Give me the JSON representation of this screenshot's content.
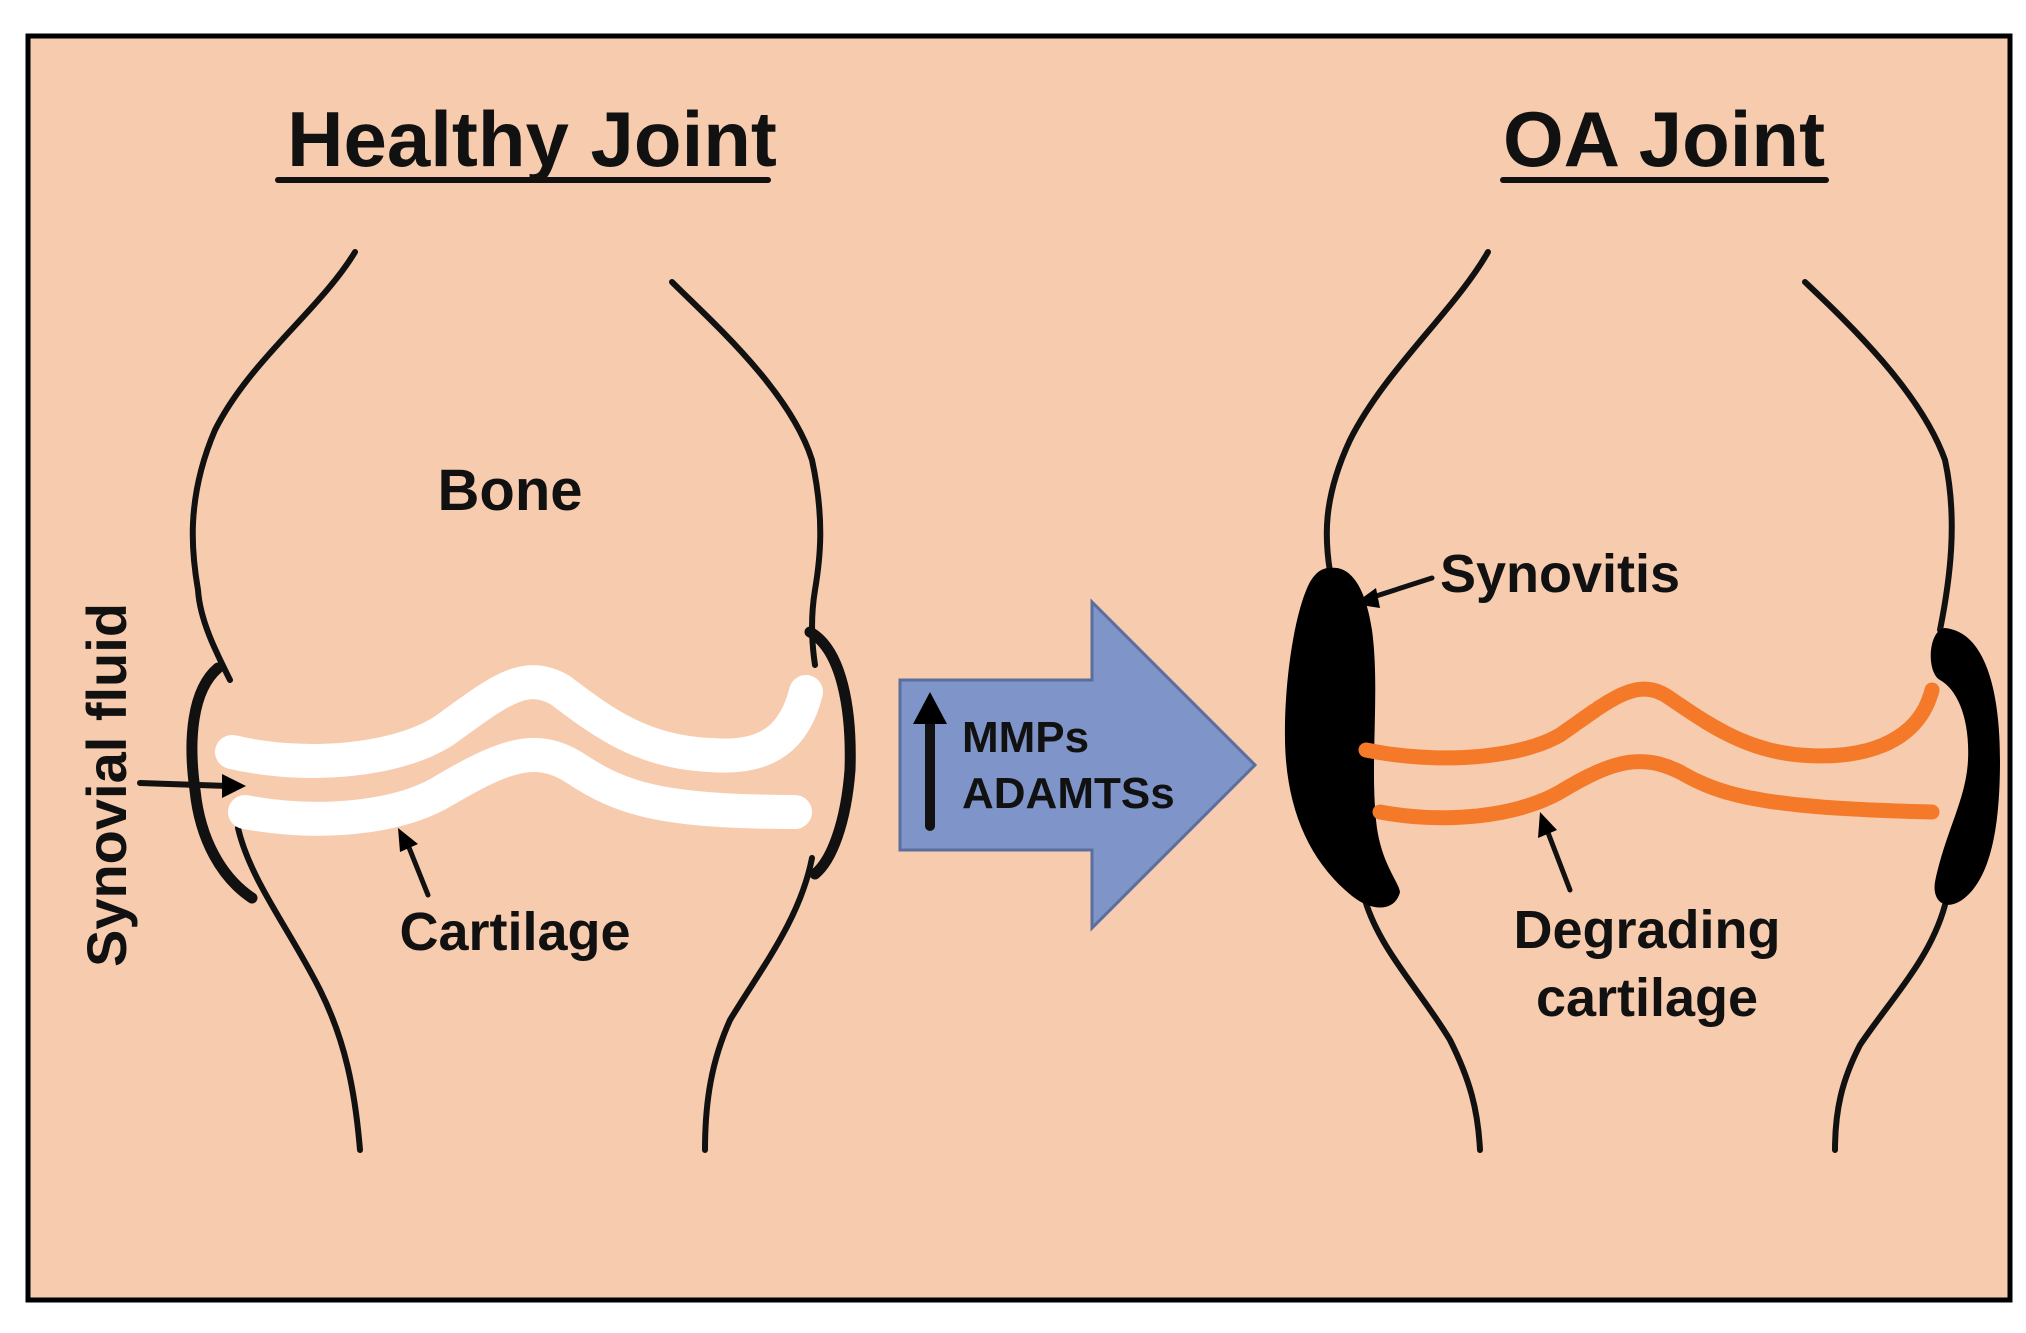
{
  "colors": {
    "panel_background": "#F7CBAE",
    "panel_border": "#000000",
    "outline": "#111111",
    "healthy_cartilage": "#FFFFFF",
    "degrading_cartilage": "#F47A2A",
    "synovitis": "#000000",
    "process_arrow_fill": "#7F95C9",
    "process_arrow_stroke": "#5A6F9E"
  },
  "healthy_joint": {
    "title": "Healthy Joint",
    "bone_label": "Bone",
    "cartilage_label": "Cartilage",
    "synovial_fluid_label": "Synovial fluid"
  },
  "process": {
    "line1": "MMPs",
    "line2": "ADAMTSs",
    "indicator_icon": "up-arrow-icon"
  },
  "oa_joint": {
    "title": "OA Joint",
    "synovitis_label": "Synovitis",
    "degrading_label_line1": "Degrading",
    "degrading_label_line2": "cartilage"
  }
}
